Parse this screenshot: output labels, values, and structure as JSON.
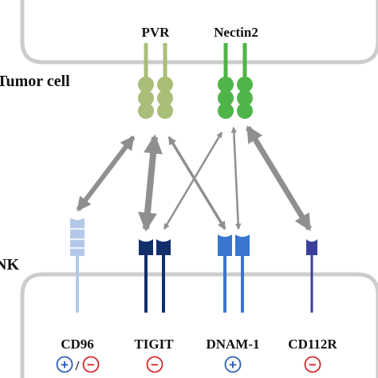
{
  "labels": {
    "tumor_cell": "Tumor cell",
    "nk": "NK",
    "slash": "/"
  },
  "ligands": [
    {
      "name": "PVR",
      "color": "#a9be78"
    },
    {
      "name": "Nectin2",
      "color": "#4fb548"
    }
  ],
  "receptors": [
    {
      "name": "CD96",
      "color": "#b4c9e9",
      "signals": [
        "+",
        "−"
      ]
    },
    {
      "name": "TIGIT",
      "color": "#132f6b",
      "signals": [
        "−"
      ]
    },
    {
      "name": "DNAM-1",
      "color": "#3a76cf",
      "signals": [
        "+"
      ]
    },
    {
      "name": "CD112R",
      "color": "#3b3f9c",
      "signals": [
        "−"
      ]
    }
  ],
  "colors": {
    "membrane": "#cccccc",
    "arrow": "#8f8f8f",
    "activating": "#2f5fb7",
    "inhibitory": "#d7262c"
  }
}
